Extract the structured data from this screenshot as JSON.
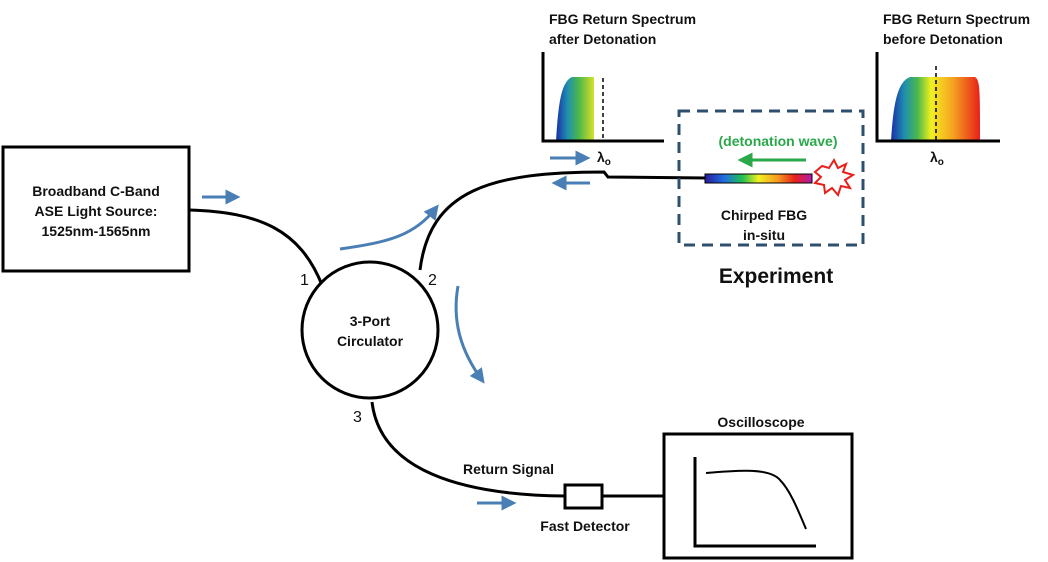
{
  "colors": {
    "line": "#000000",
    "arrow": "#4a7fb5",
    "detonation": "#2aa84a",
    "dashed_box": "#2f4f6f",
    "explosion": "#e8201a"
  },
  "source": {
    "line1": "Broadband C-Band",
    "line2": "ASE Light Source:",
    "line3": "1525nm-1565nm"
  },
  "circulator": {
    "line1": "3-Port",
    "line2": "Circulator",
    "port1": "1",
    "port2": "2",
    "port3": "3"
  },
  "spectrum_after": {
    "title1": "FBG Return Spectrum",
    "title2": "after Detonation",
    "lambda": "λ",
    "lambda_sub": "o"
  },
  "spectrum_before": {
    "title1": "FBG Return Spectrum",
    "title2": "before Detonation",
    "lambda": "λ",
    "lambda_sub": "o"
  },
  "experiment": {
    "detonation_wave": "(detonation wave)",
    "fbg_line1": "Chirped FBG",
    "fbg_line2": "in-situ",
    "title": "Experiment"
  },
  "detection": {
    "return_signal": "Return Signal",
    "fast_detector": "Fast Detector",
    "oscilloscope": "Oscilloscope"
  }
}
